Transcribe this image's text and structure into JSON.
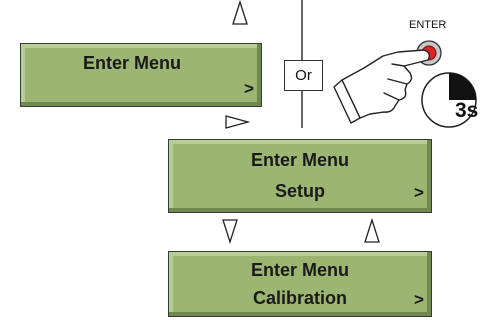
{
  "displays": [
    {
      "line1": "Enter Menu",
      "line2": "",
      "arrow": ">"
    },
    {
      "line1": "Enter Menu",
      "line2": "Setup",
      "arrow": ">"
    },
    {
      "line1": "Enter Menu",
      "line2": "Calibration",
      "arrow": ">"
    }
  ],
  "or_label": "Or",
  "button_label": "ENTER",
  "hold_time": "3s",
  "colors": {
    "lcd": "#9cb573",
    "button_red": "#d9242a",
    "outline": "#333333"
  },
  "icons": [
    "up-triangle-icon",
    "right-triangle-icon",
    "down-triangle-icon",
    "hand-pressing-icon",
    "timer-icon"
  ]
}
